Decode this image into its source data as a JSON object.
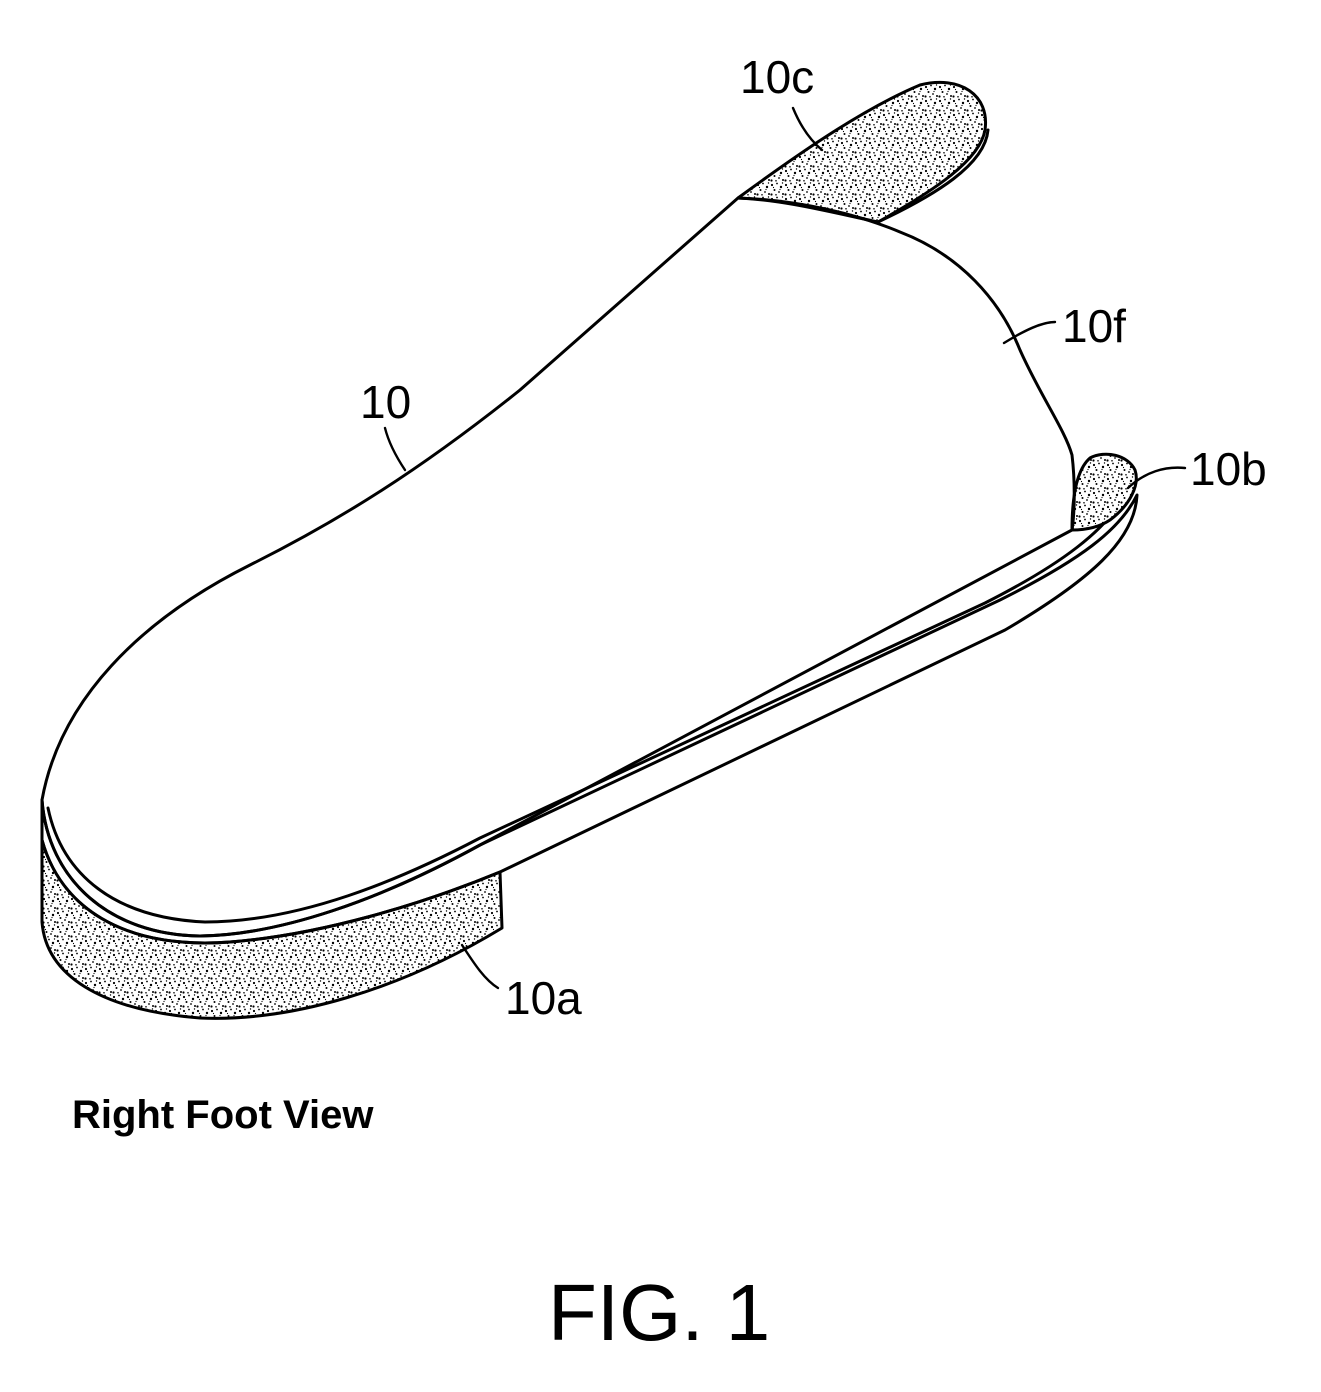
{
  "labels": {
    "insole": "10",
    "toe_strip": "10c",
    "upper_edge": "10f",
    "side_pad": "10b",
    "heel_pad": "10a"
  },
  "view_caption": "Right Foot View",
  "figure_caption": "FIG. 1",
  "colors": {
    "line": "#000000",
    "background": "#ffffff"
  }
}
